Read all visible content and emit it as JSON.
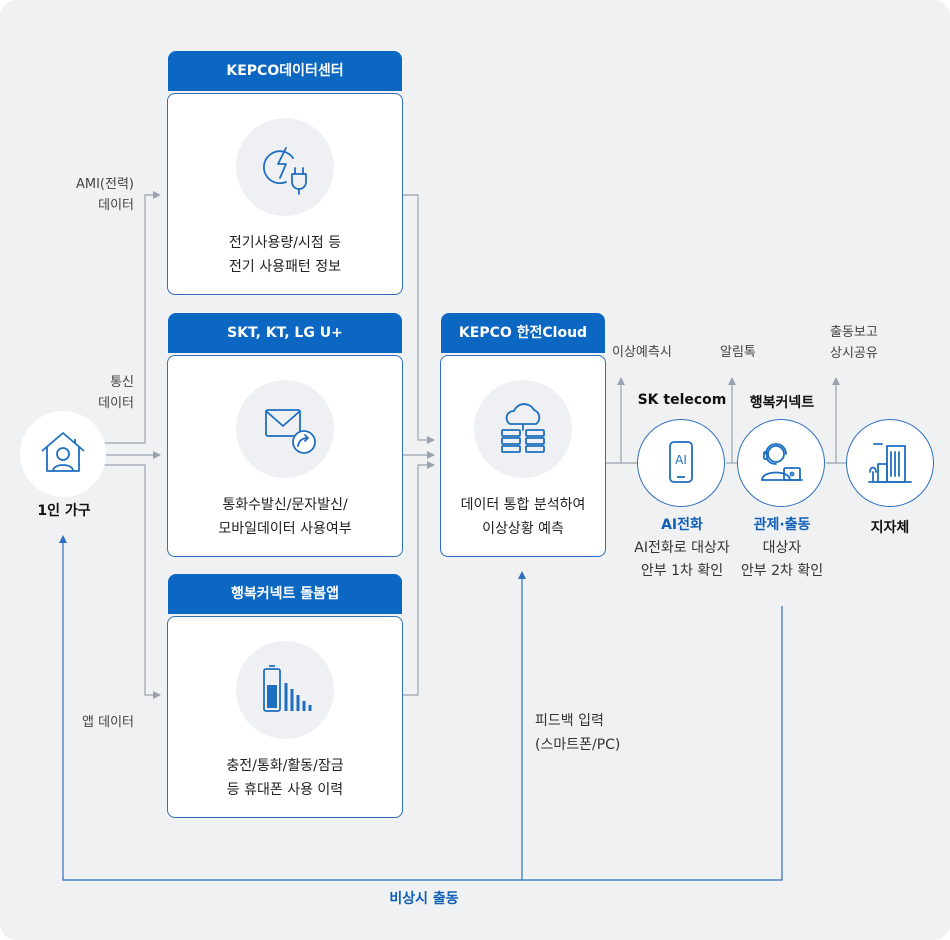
{
  "nodes": {
    "household": "1인 가구",
    "kepco_dc": {
      "header": "KEPCO데이터센터",
      "line1": "전기사용량/시점 등",
      "line2": "전기 사용패턴 정보"
    },
    "telco": {
      "header": "SKT, KT, LG U+",
      "line1": "통화수발신/문자발신/",
      "line2": "모바일데이터 사용여부"
    },
    "care_app": {
      "header": "행복커넥트 돌봄앱",
      "line1": "충전/통화/활동/잠금",
      "line2": "등 휴대폰 사용 이력"
    },
    "cloud": {
      "header": "KEPCO 한전Cloud",
      "line1": "데이터 통합 분석하여",
      "line2": "이상상황 예측"
    },
    "sk": {
      "org": "SK telecom",
      "icon_text": "AI",
      "title": "AI전화",
      "line1": "AI전화로 대상자",
      "line2": "안부 1차 확인"
    },
    "hc": {
      "org": "행복커넥트",
      "title": "관제·출동",
      "line1": "대상자",
      "line2": "안부 2차 확인"
    },
    "gov": "지자체"
  },
  "labels": {
    "ami1": "AMI(전력)",
    "ami2": "데이터",
    "tel1": "통신",
    "tel2": "데이터",
    "app": "앱 데이터",
    "anomaly": "이상예측시",
    "alimtalk": "알림톡",
    "report1": "출동보고",
    "report2": "상시공유",
    "fb1": "피드백 입력",
    "fb2": "(스마트폰/PC)",
    "emergency": "비상시 출동"
  },
  "colors": {
    "accent": "#0b67c2",
    "line": "#9aa3ad",
    "line_blue": "#2e6fbf",
    "background": "#f0f1f3"
  }
}
